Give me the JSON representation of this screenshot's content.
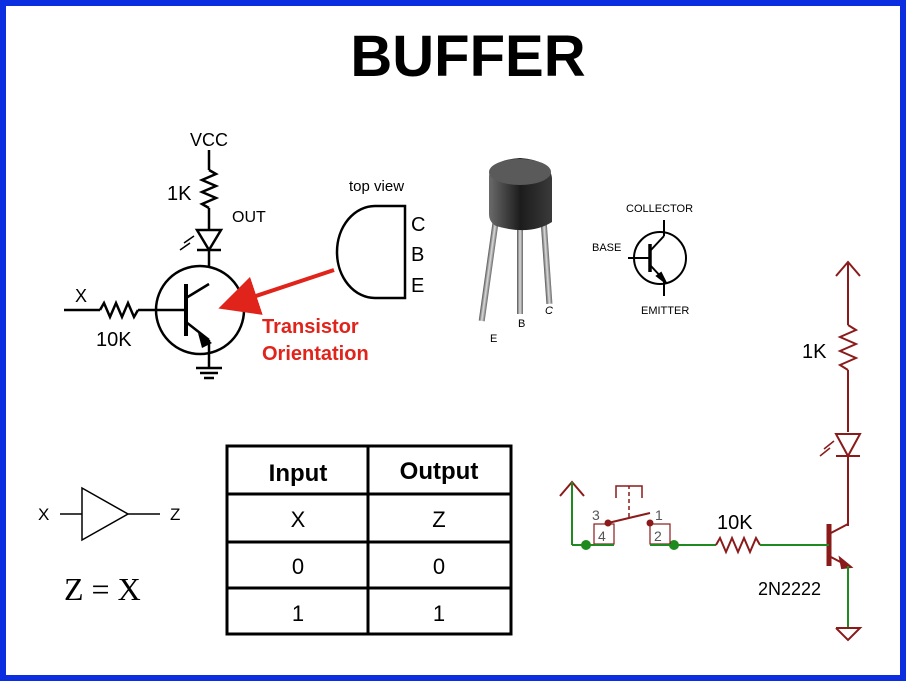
{
  "title": "BUFFER",
  "left_schematic": {
    "vcc_label": "VCC",
    "r_collector_label": "1K",
    "out_label": "OUT",
    "input_label": "X",
    "r_base_label": "10K"
  },
  "pinout": {
    "top_view_label": "top view",
    "pins": [
      "C",
      "B",
      "E"
    ],
    "callout_line1": "Transistor",
    "callout_line2": "Orientation"
  },
  "package": {
    "leg_labels": [
      "E",
      "B",
      "C"
    ]
  },
  "symbol": {
    "collector_label": "COLLECTOR",
    "base_label": "BASE",
    "emitter_label": "EMITTER"
  },
  "buffer_gate": {
    "input_label": "X",
    "output_label": "Z",
    "equation": "Z = X"
  },
  "truth_table": {
    "headers": [
      "Input",
      "Output"
    ],
    "rows": [
      [
        "X",
        "Z"
      ],
      [
        "0",
        "0"
      ],
      [
        "1",
        "1"
      ]
    ]
  },
  "right_schematic": {
    "r_collector_label": "1K",
    "r_base_label": "10K",
    "transistor_label": "2N2222",
    "switch_pins": [
      "3",
      "1",
      "4",
      "2"
    ]
  },
  "colors": {
    "border": "#0b2fe0",
    "callout": "#e0231b",
    "wire_dark_red": "#8b1a1a",
    "wire_green": "#1f8a1f"
  }
}
